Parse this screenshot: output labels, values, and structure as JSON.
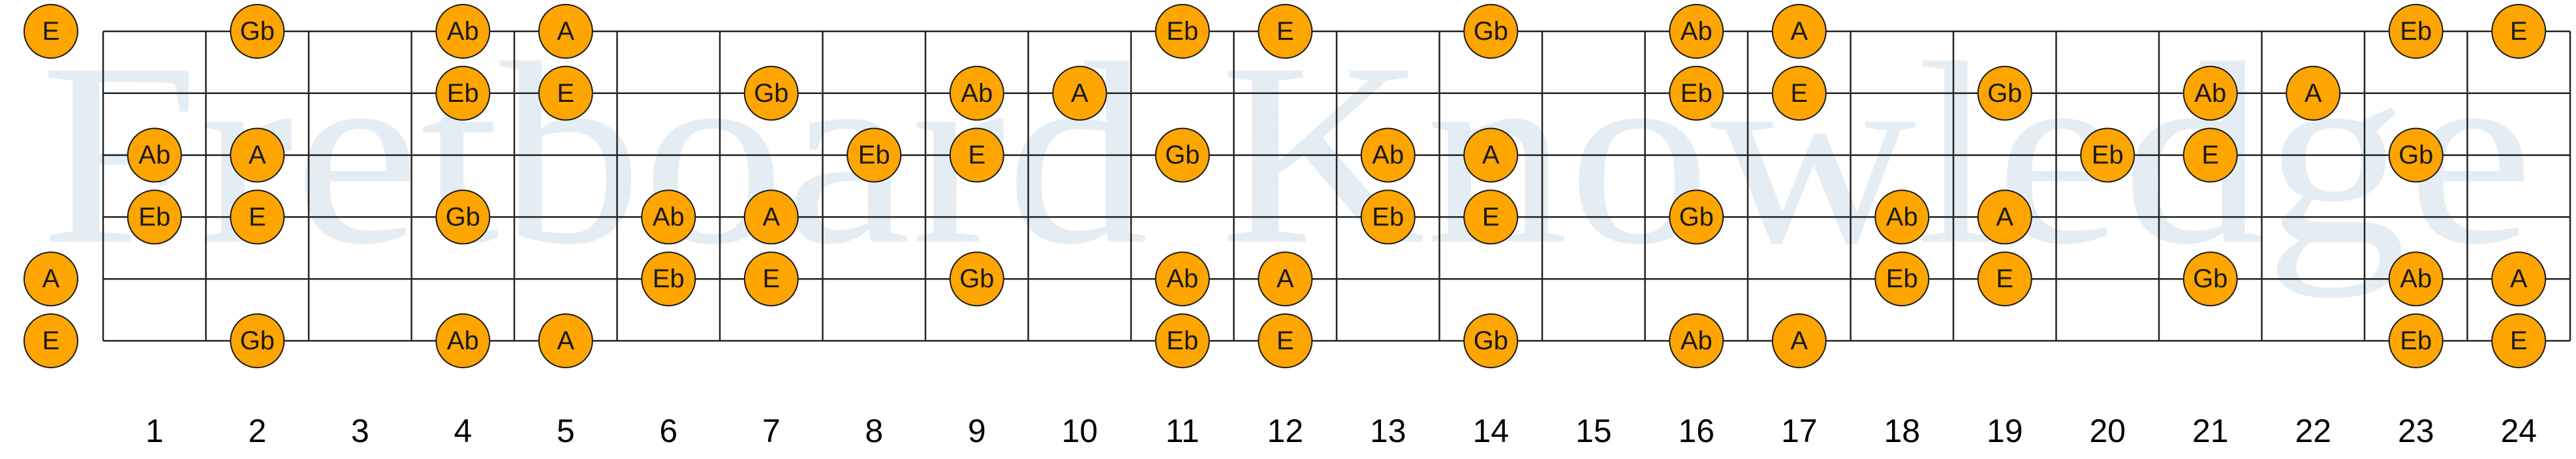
{
  "watermark": "Fretboard Knowledge",
  "fretboard": {
    "frets": 24,
    "strings": 6,
    "fret_numbers": [
      "1",
      "2",
      "3",
      "4",
      "5",
      "6",
      "7",
      "8",
      "9",
      "10",
      "11",
      "12",
      "13",
      "14",
      "15",
      "16",
      "17",
      "18",
      "19",
      "20",
      "21",
      "22",
      "23",
      "24"
    ],
    "note_color": "#ffa500",
    "strings_notes": [
      [
        {
          "fret": 0,
          "note": "E"
        },
        {
          "fret": 2,
          "note": "Gb"
        },
        {
          "fret": 4,
          "note": "Ab"
        },
        {
          "fret": 5,
          "note": "A"
        },
        {
          "fret": 11,
          "note": "Eb"
        },
        {
          "fret": 12,
          "note": "E"
        },
        {
          "fret": 14,
          "note": "Gb"
        },
        {
          "fret": 16,
          "note": "Ab"
        },
        {
          "fret": 17,
          "note": "A"
        },
        {
          "fret": 23,
          "note": "Eb"
        },
        {
          "fret": 24,
          "note": "E"
        }
      ],
      [
        {
          "fret": 4,
          "note": "Eb"
        },
        {
          "fret": 5,
          "note": "E"
        },
        {
          "fret": 7,
          "note": "Gb"
        },
        {
          "fret": 9,
          "note": "Ab"
        },
        {
          "fret": 10,
          "note": "A"
        },
        {
          "fret": 16,
          "note": "Eb"
        },
        {
          "fret": 17,
          "note": "E"
        },
        {
          "fret": 19,
          "note": "Gb"
        },
        {
          "fret": 21,
          "note": "Ab"
        },
        {
          "fret": 22,
          "note": "A"
        }
      ],
      [
        {
          "fret": 1,
          "note": "Ab"
        },
        {
          "fret": 2,
          "note": "A"
        },
        {
          "fret": 8,
          "note": "Eb"
        },
        {
          "fret": 9,
          "note": "E"
        },
        {
          "fret": 11,
          "note": "Gb"
        },
        {
          "fret": 13,
          "note": "Ab"
        },
        {
          "fret": 14,
          "note": "A"
        },
        {
          "fret": 20,
          "note": "Eb"
        },
        {
          "fret": 21,
          "note": "E"
        },
        {
          "fret": 23,
          "note": "Gb"
        }
      ],
      [
        {
          "fret": 1,
          "note": "Eb"
        },
        {
          "fret": 2,
          "note": "E"
        },
        {
          "fret": 4,
          "note": "Gb"
        },
        {
          "fret": 6,
          "note": "Ab"
        },
        {
          "fret": 7,
          "note": "A"
        },
        {
          "fret": 13,
          "note": "Eb"
        },
        {
          "fret": 14,
          "note": "E"
        },
        {
          "fret": 16,
          "note": "Gb"
        },
        {
          "fret": 18,
          "note": "Ab"
        },
        {
          "fret": 19,
          "note": "A"
        }
      ],
      [
        {
          "fret": 0,
          "note": "A"
        },
        {
          "fret": 6,
          "note": "Eb"
        },
        {
          "fret": 7,
          "note": "E"
        },
        {
          "fret": 9,
          "note": "Gb"
        },
        {
          "fret": 11,
          "note": "Ab"
        },
        {
          "fret": 12,
          "note": "A"
        },
        {
          "fret": 18,
          "note": "Eb"
        },
        {
          "fret": 19,
          "note": "E"
        },
        {
          "fret": 21,
          "note": "Gb"
        },
        {
          "fret": 23,
          "note": "Ab"
        },
        {
          "fret": 24,
          "note": "A"
        }
      ],
      [
        {
          "fret": 0,
          "note": "E"
        },
        {
          "fret": 2,
          "note": "Gb"
        },
        {
          "fret": 4,
          "note": "Ab"
        },
        {
          "fret": 5,
          "note": "A"
        },
        {
          "fret": 11,
          "note": "Eb"
        },
        {
          "fret": 12,
          "note": "E"
        },
        {
          "fret": 14,
          "note": "Gb"
        },
        {
          "fret": 16,
          "note": "Ab"
        },
        {
          "fret": 17,
          "note": "A"
        },
        {
          "fret": 23,
          "note": "Eb"
        },
        {
          "fret": 24,
          "note": "E"
        }
      ]
    ]
  }
}
